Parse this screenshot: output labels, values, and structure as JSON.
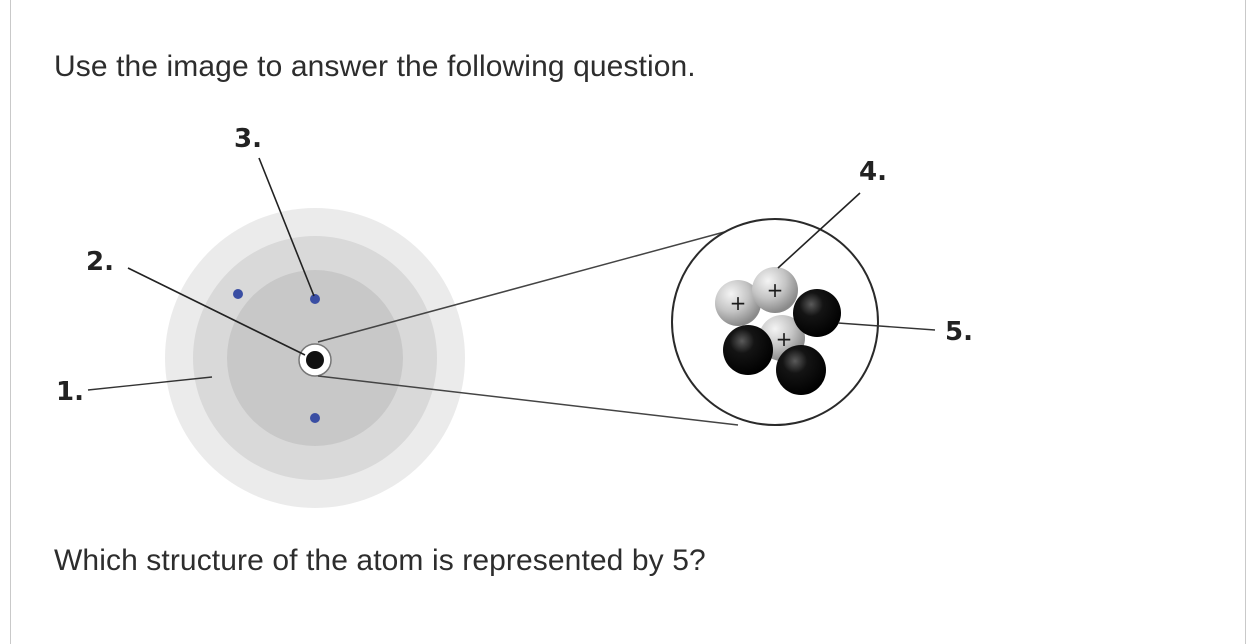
{
  "prompt": "Use the image to answer the following question.",
  "question": "Which structure of the atom is represented by 5?",
  "diagram": {
    "labels": {
      "one": "1.",
      "two": "2.",
      "three": "3.",
      "four": "4.",
      "five": "5."
    },
    "proton_sign": "+",
    "colors": {
      "outer_shell": "#ebebeb",
      "middle_shell": "#d9d9d9",
      "inner_shell": "#c8c8c8",
      "electron": "#3a4ea3",
      "neutron": "#111111",
      "proton": "#b8b8b8",
      "leader_line": "#333333"
    }
  }
}
